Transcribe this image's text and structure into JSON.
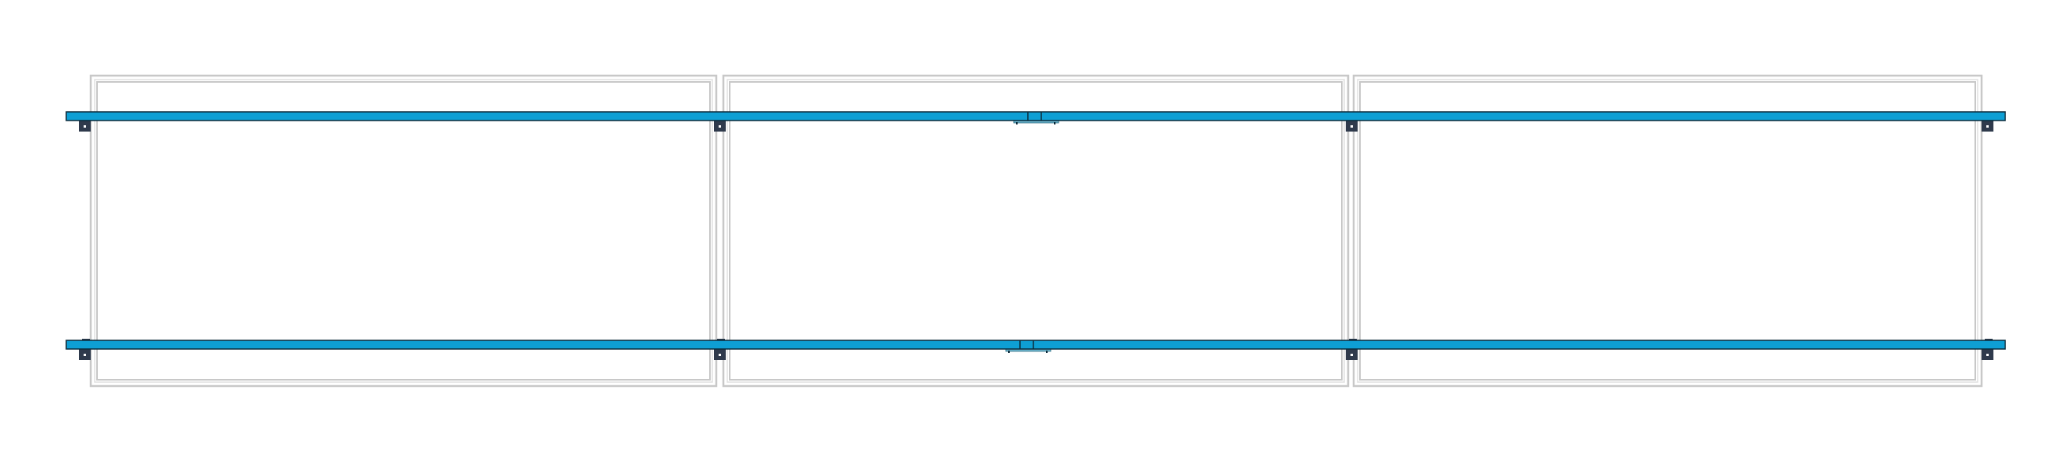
{
  "diagram": {
    "type": "solar-panel-rail-layout",
    "panel_count": 3,
    "rail_count": 2,
    "clamps_per_rail": 4,
    "splices_per_rail": 1,
    "colors": {
      "background": "#ffffff",
      "panel_frame": "#c8c8c8",
      "rail_fill": "#0e9fd4",
      "rail_outline": "#0b2a3a",
      "clamp_fill": "#2f3a4c",
      "clamp_dot": "#ffffff"
    }
  }
}
